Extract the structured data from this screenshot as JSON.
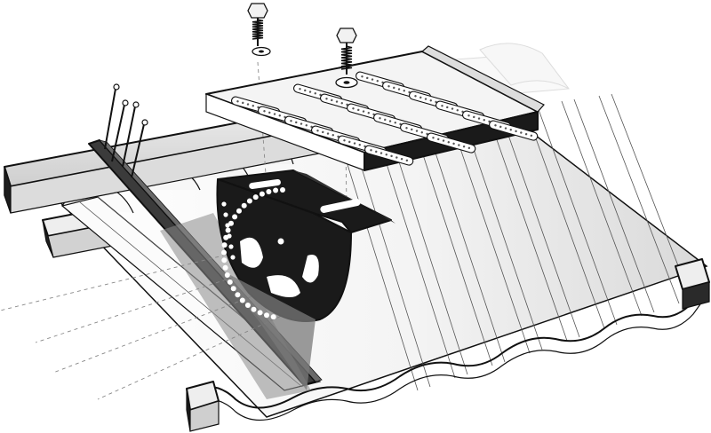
{
  "diagram": {
    "caption": "",
    "colors": {
      "ink": "#111111",
      "bracket": "#1a1a1a",
      "tile_fill": "#ffffff",
      "tile_shade": "#e6e6e6",
      "batten_dark": "#2b2b2b",
      "ghost": "#c8c8c8"
    },
    "parts": [
      {
        "name": "roof-tiles",
        "icon": "wavy-tile-rows"
      },
      {
        "name": "roof-battens",
        "icon": "wooden-batten"
      },
      {
        "name": "rafter-strap",
        "icon": "flat-bar-with-screws"
      },
      {
        "name": "roof-hook-bracket",
        "icon": "perforated-plate"
      },
      {
        "name": "step-grating",
        "icon": "anti-slip-tread"
      },
      {
        "name": "bolts",
        "icon": "hex-bolt-with-spring"
      }
    ]
  }
}
